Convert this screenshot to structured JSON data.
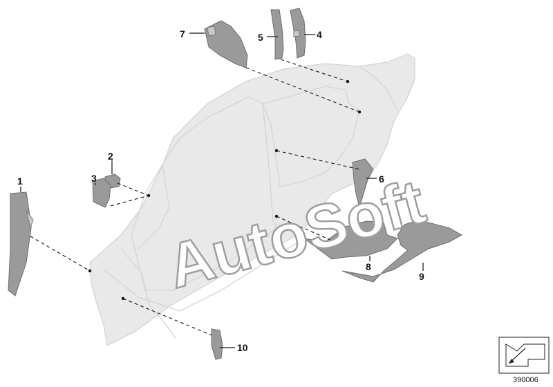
{
  "callouts": {
    "c1": "1",
    "c2": "2",
    "c3": "3",
    "c4": "4",
    "c5": "5",
    "c6": "6",
    "c7": "7",
    "c8": "8",
    "c9": "9",
    "c10": "10"
  },
  "watermark": "AutoSoft",
  "reference_number": "390006"
}
